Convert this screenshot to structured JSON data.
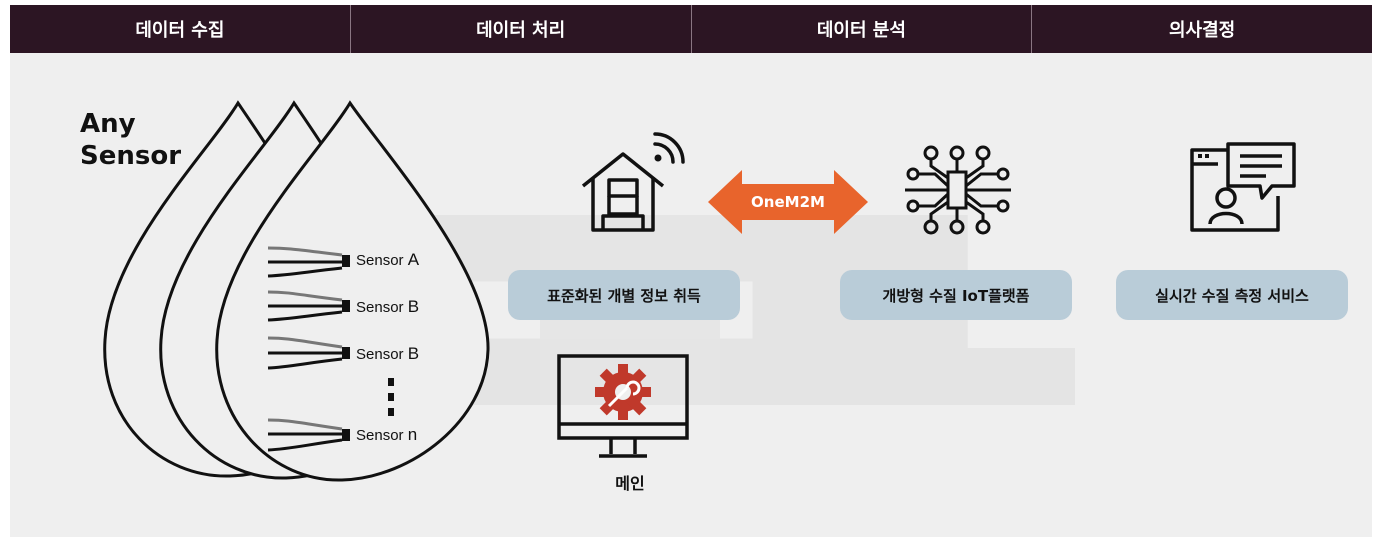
{
  "header": {
    "columns": [
      "데이터 수집",
      "데이터 처리",
      "데이터 분석",
      "의사결정"
    ]
  },
  "any_sensor": {
    "line1": "Any",
    "line2": "Sensor"
  },
  "sensors": [
    {
      "prefix": "Sensor ",
      "id": "A"
    },
    {
      "prefix": "Sensor ",
      "id": "B"
    },
    {
      "prefix": "Sensor ",
      "id": "B"
    },
    {
      "prefix": "Sensor ",
      "id": "n"
    }
  ],
  "processing": {
    "pill": "표준화된 개별 정보 취득",
    "main_label": "메인",
    "icon_house": "house-wifi-icon",
    "icon_monitor": "monitor-gear-icon"
  },
  "connector": {
    "label": "OneM2M",
    "color": "#e8642c"
  },
  "analysis": {
    "pill": "개방형 수질 IoT플랫폼",
    "icon": "circuit-chip-icon"
  },
  "decision": {
    "pill": "실시간 수질 측정 서비스",
    "icon": "user-chat-browser-icon"
  },
  "colors": {
    "header_bg": "#2c1523",
    "pill_bg": "#b9ccd8",
    "panel_bg": "#efefef",
    "accent": "#e8642c",
    "gear": "#c0392b"
  }
}
